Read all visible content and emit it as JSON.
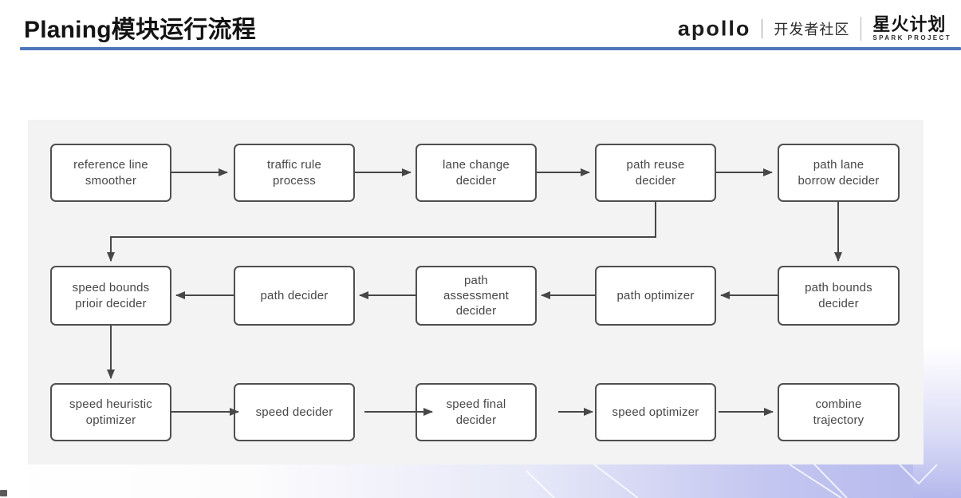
{
  "header": {
    "title": "Planing模块运行流程",
    "logos": {
      "apollo": "apollo",
      "community": "开发者社区",
      "spark_cn": "星火计划",
      "spark_en": "SPARK PROJECT"
    }
  },
  "colors": {
    "accent_line": "#4d77bb",
    "panel_bg": "#f3f3f4",
    "box_border": "#4f4f4f",
    "box_text": "#474747",
    "arrow": "#474747",
    "bottom_lavender": "#b4b8ec"
  },
  "flow": {
    "rows": [
      {
        "nodes": [
          {
            "label": "reference line\nsmoother"
          },
          {
            "label": "traffic rule\nprocess"
          },
          {
            "label": "lane change\ndecider"
          },
          {
            "label": "path reuse\ndecider"
          },
          {
            "label": "path lane\nborrow decider"
          }
        ]
      },
      {
        "nodes": [
          {
            "label": "speed bounds\nprioir decider"
          },
          {
            "label": "path decider"
          },
          {
            "label": "path\nassessment\ndecider"
          },
          {
            "label": "path optimizer"
          },
          {
            "label": "path bounds\ndecider"
          }
        ]
      },
      {
        "nodes": [
          {
            "label": "speed heuristic\noptimizer"
          },
          {
            "label": "speed decider"
          },
          {
            "label": "speed final\ndecider"
          },
          {
            "label": "speed optimizer"
          },
          {
            "label": "combine\ntrajectory"
          }
        ]
      }
    ]
  }
}
